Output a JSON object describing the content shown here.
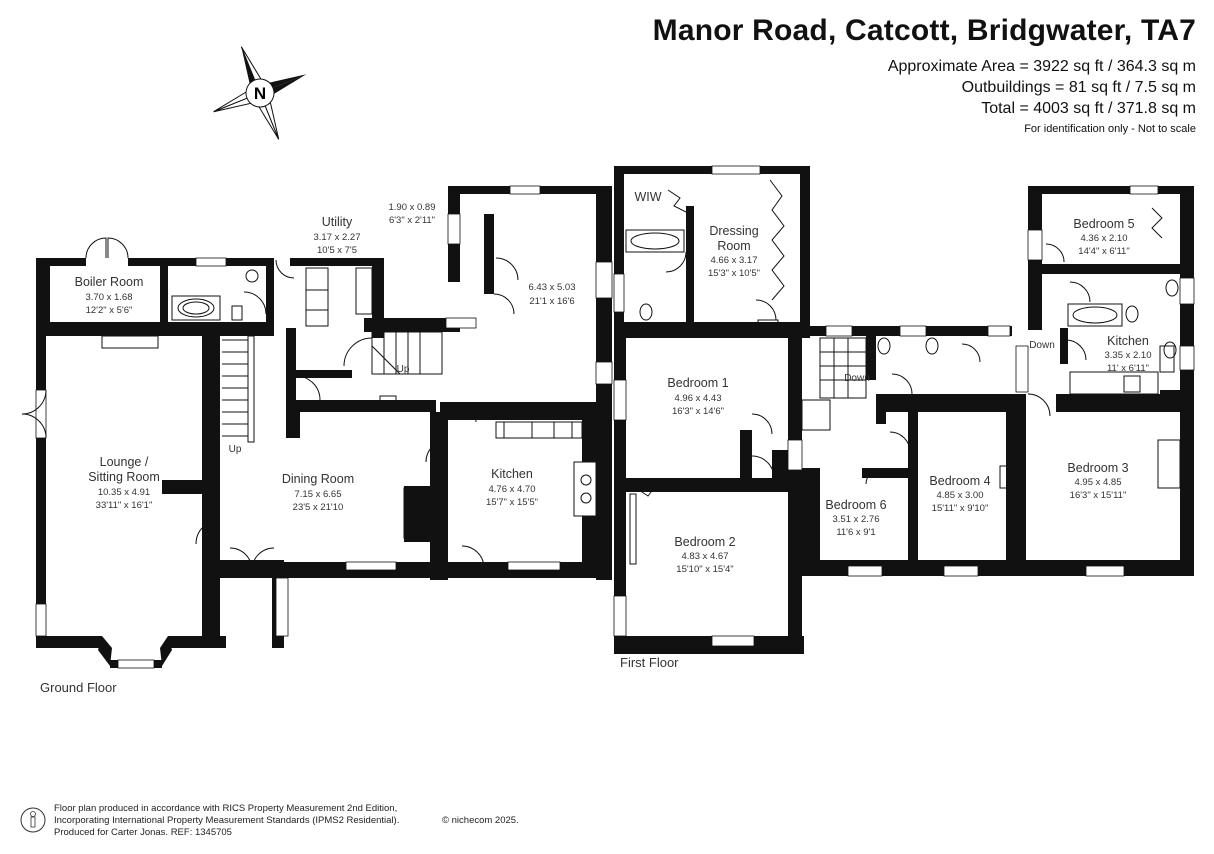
{
  "header": {
    "title": "Manor Road, Catcott, Bridgwater, TA7",
    "approx_area": "Approximate Area = 3922 sq ft / 364.3 sq m",
    "outbuildings": "Outbuildings = 81 sq ft / 7.5 sq m",
    "total": "Total = 4003 sq ft / 371.8 sq m",
    "disclaimer": "For identification only - Not to scale"
  },
  "compass": {
    "letter": "N"
  },
  "floors": {
    "ground": "Ground Floor",
    "first": "First Floor"
  },
  "rooms": {
    "boiler": {
      "name": "Boiler Room",
      "metric": "3.70 x 1.68",
      "imperial": "12'2\" x 5'6\""
    },
    "utility": {
      "name": "Utility",
      "metric": "3.17 x 2.27",
      "imperial": "10'5 x 7'5"
    },
    "store": {
      "metric": "1.90 x 0.89",
      "imperial": "6'3\" x 2'11\""
    },
    "gf_large": {
      "metric": "6.43 x 5.03",
      "imperial": "21'1 x 16'6"
    },
    "lounge": {
      "name1": "Lounge /",
      "name2": "Sitting Room",
      "metric": "10.35 x 4.91",
      "imperial": "33'11\" x 16'1\""
    },
    "dining": {
      "name": "Dining Room",
      "metric": "7.15 x 6.65",
      "imperial": "23'5 x 21'10"
    },
    "kitchen_gf": {
      "name": "Kitchen",
      "metric": "4.76 x 4.70",
      "imperial": "15'7\" x 15'5\""
    },
    "dressing": {
      "name1": "Dressing",
      "name2": "Room",
      "metric": "4.66 x 3.17",
      "imperial": "15'3\" x 10'5\""
    },
    "bed1": {
      "name": "Bedroom 1",
      "metric": "4.96 x 4.43",
      "imperial": "16'3\" x 14'6\""
    },
    "bed2": {
      "name": "Bedroom 2",
      "metric": "4.83 x 4.67",
      "imperial": "15'10\" x 15'4\""
    },
    "bed3": {
      "name": "Bedroom 3",
      "metric": "4.95 x 4.85",
      "imperial": "16'3\" x 15'11\""
    },
    "bed4": {
      "name": "Bedroom 4",
      "metric": "4.85 x 3.00",
      "imperial": "15'11\" x 9'10\""
    },
    "bed5": {
      "name": "Bedroom 5",
      "metric": "4.36 x 2.10",
      "imperial": "14'4\" x 6'11\""
    },
    "bed6": {
      "name": "Bedroom 6",
      "metric": "3.51 x 2.76",
      "imperial": "11'6 x 9'1"
    },
    "kitchen_ff": {
      "name": "Kitchen",
      "metric": "3.35 x 2.10",
      "imperial": "11' x 6'11\""
    }
  },
  "tags": {
    "wiw": "WIW",
    "up1": "Up",
    "up2": "Up",
    "down1": "Down",
    "down2": "Down"
  },
  "footer": {
    "line1": "Floor plan produced in accordance with RICS Property Measurement 2nd Edition,",
    "line2": "Incorporating International Property Measurement Standards (IPMS2 Residential).",
    "line3": "Produced for Carter Jonas.   REF: 1345705",
    "logo": "© nichecom 2025."
  }
}
